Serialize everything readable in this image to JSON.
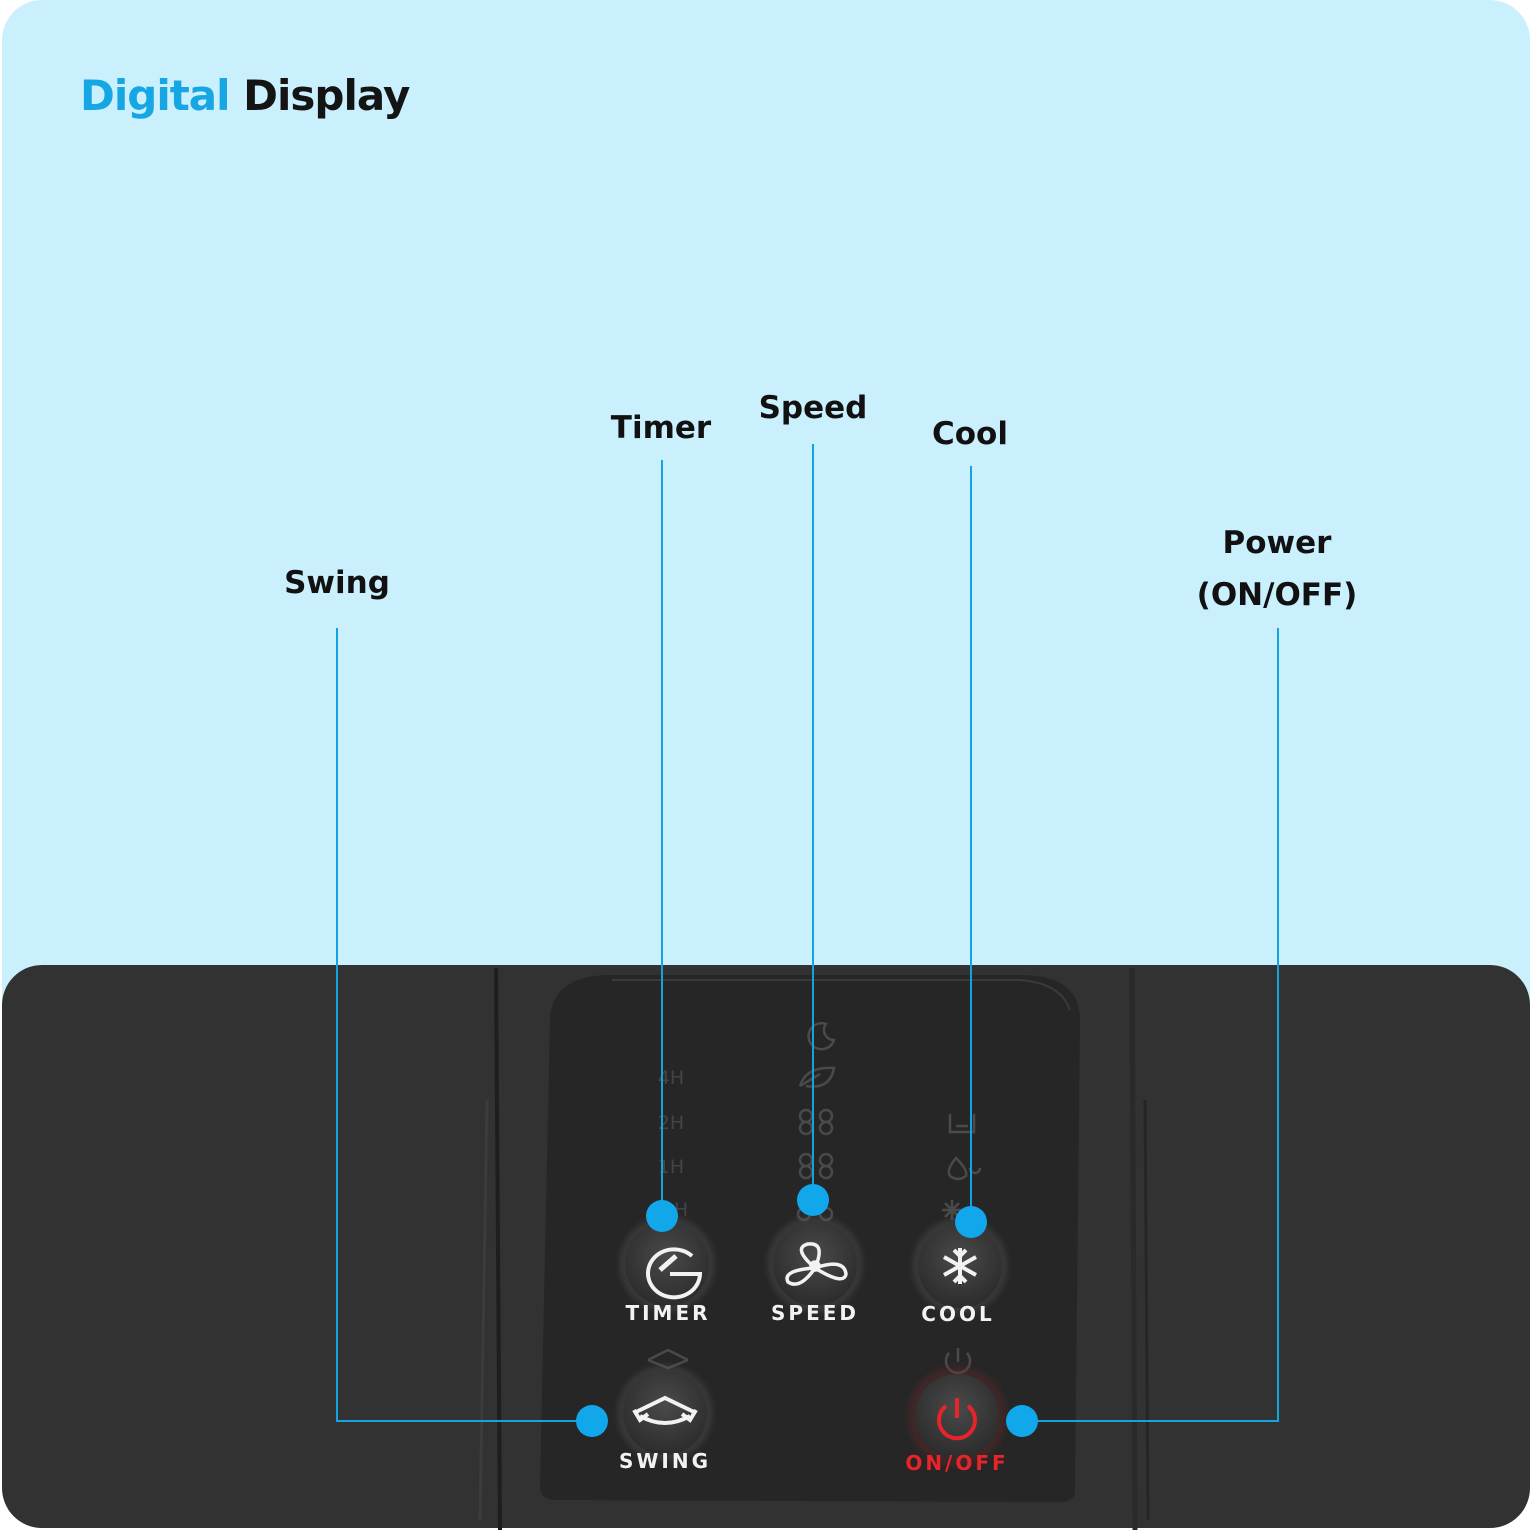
{
  "title": {
    "part1": "Digital",
    "part2": "Display"
  },
  "callouts": {
    "swing": "Swing",
    "timer": "Timer",
    "speed": "Speed",
    "cool": "Cool",
    "power_line1": "Power",
    "power_line2": "(ON/OFF)"
  },
  "panel": {
    "timer_levels": [
      "4H",
      "2H",
      "1H",
      "H"
    ],
    "button_labels": {
      "timer": "TIMER",
      "speed": "SPEED",
      "cool": "COOL",
      "swing": "SWING",
      "onoff": "ON/OFF"
    }
  },
  "colors": {
    "background": "#cbf0fd",
    "accent": "#16a6e4",
    "device": "#323232",
    "panel": "#262626",
    "power_red": "#e8232a",
    "leader_line": "#14a3e0"
  }
}
